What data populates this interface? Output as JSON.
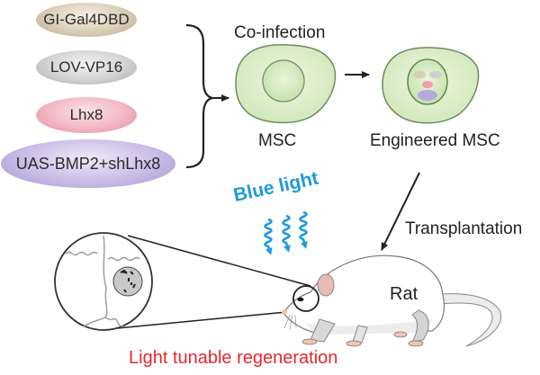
{
  "figure": {
    "vectors": [
      {
        "label": "GI-Gal4DBD",
        "color": "#d9cdb6"
      },
      {
        "label": "LOV-VP16",
        "color": "#d2d2d2"
      },
      {
        "label": "Lhx8",
        "color": "#f2b7c2"
      },
      {
        "label": "UAS-BMP2+shLhx8",
        "color": "#c9bce6"
      }
    ],
    "step1_label": "Co-infection",
    "cell1_label": "MSC",
    "cell2_label": "Engineered MSC",
    "step2_label": "Transplantation",
    "light_label": "Blue light",
    "animal_label": "Rat",
    "outcome_label": "Light tunable regeneration",
    "colors": {
      "cell_fill": "#dcefc9",
      "cell_stroke": "#6f8a5e",
      "light": "#1f9ae0",
      "outcome_text": "#e8262d",
      "arrow": "#222222"
    }
  }
}
